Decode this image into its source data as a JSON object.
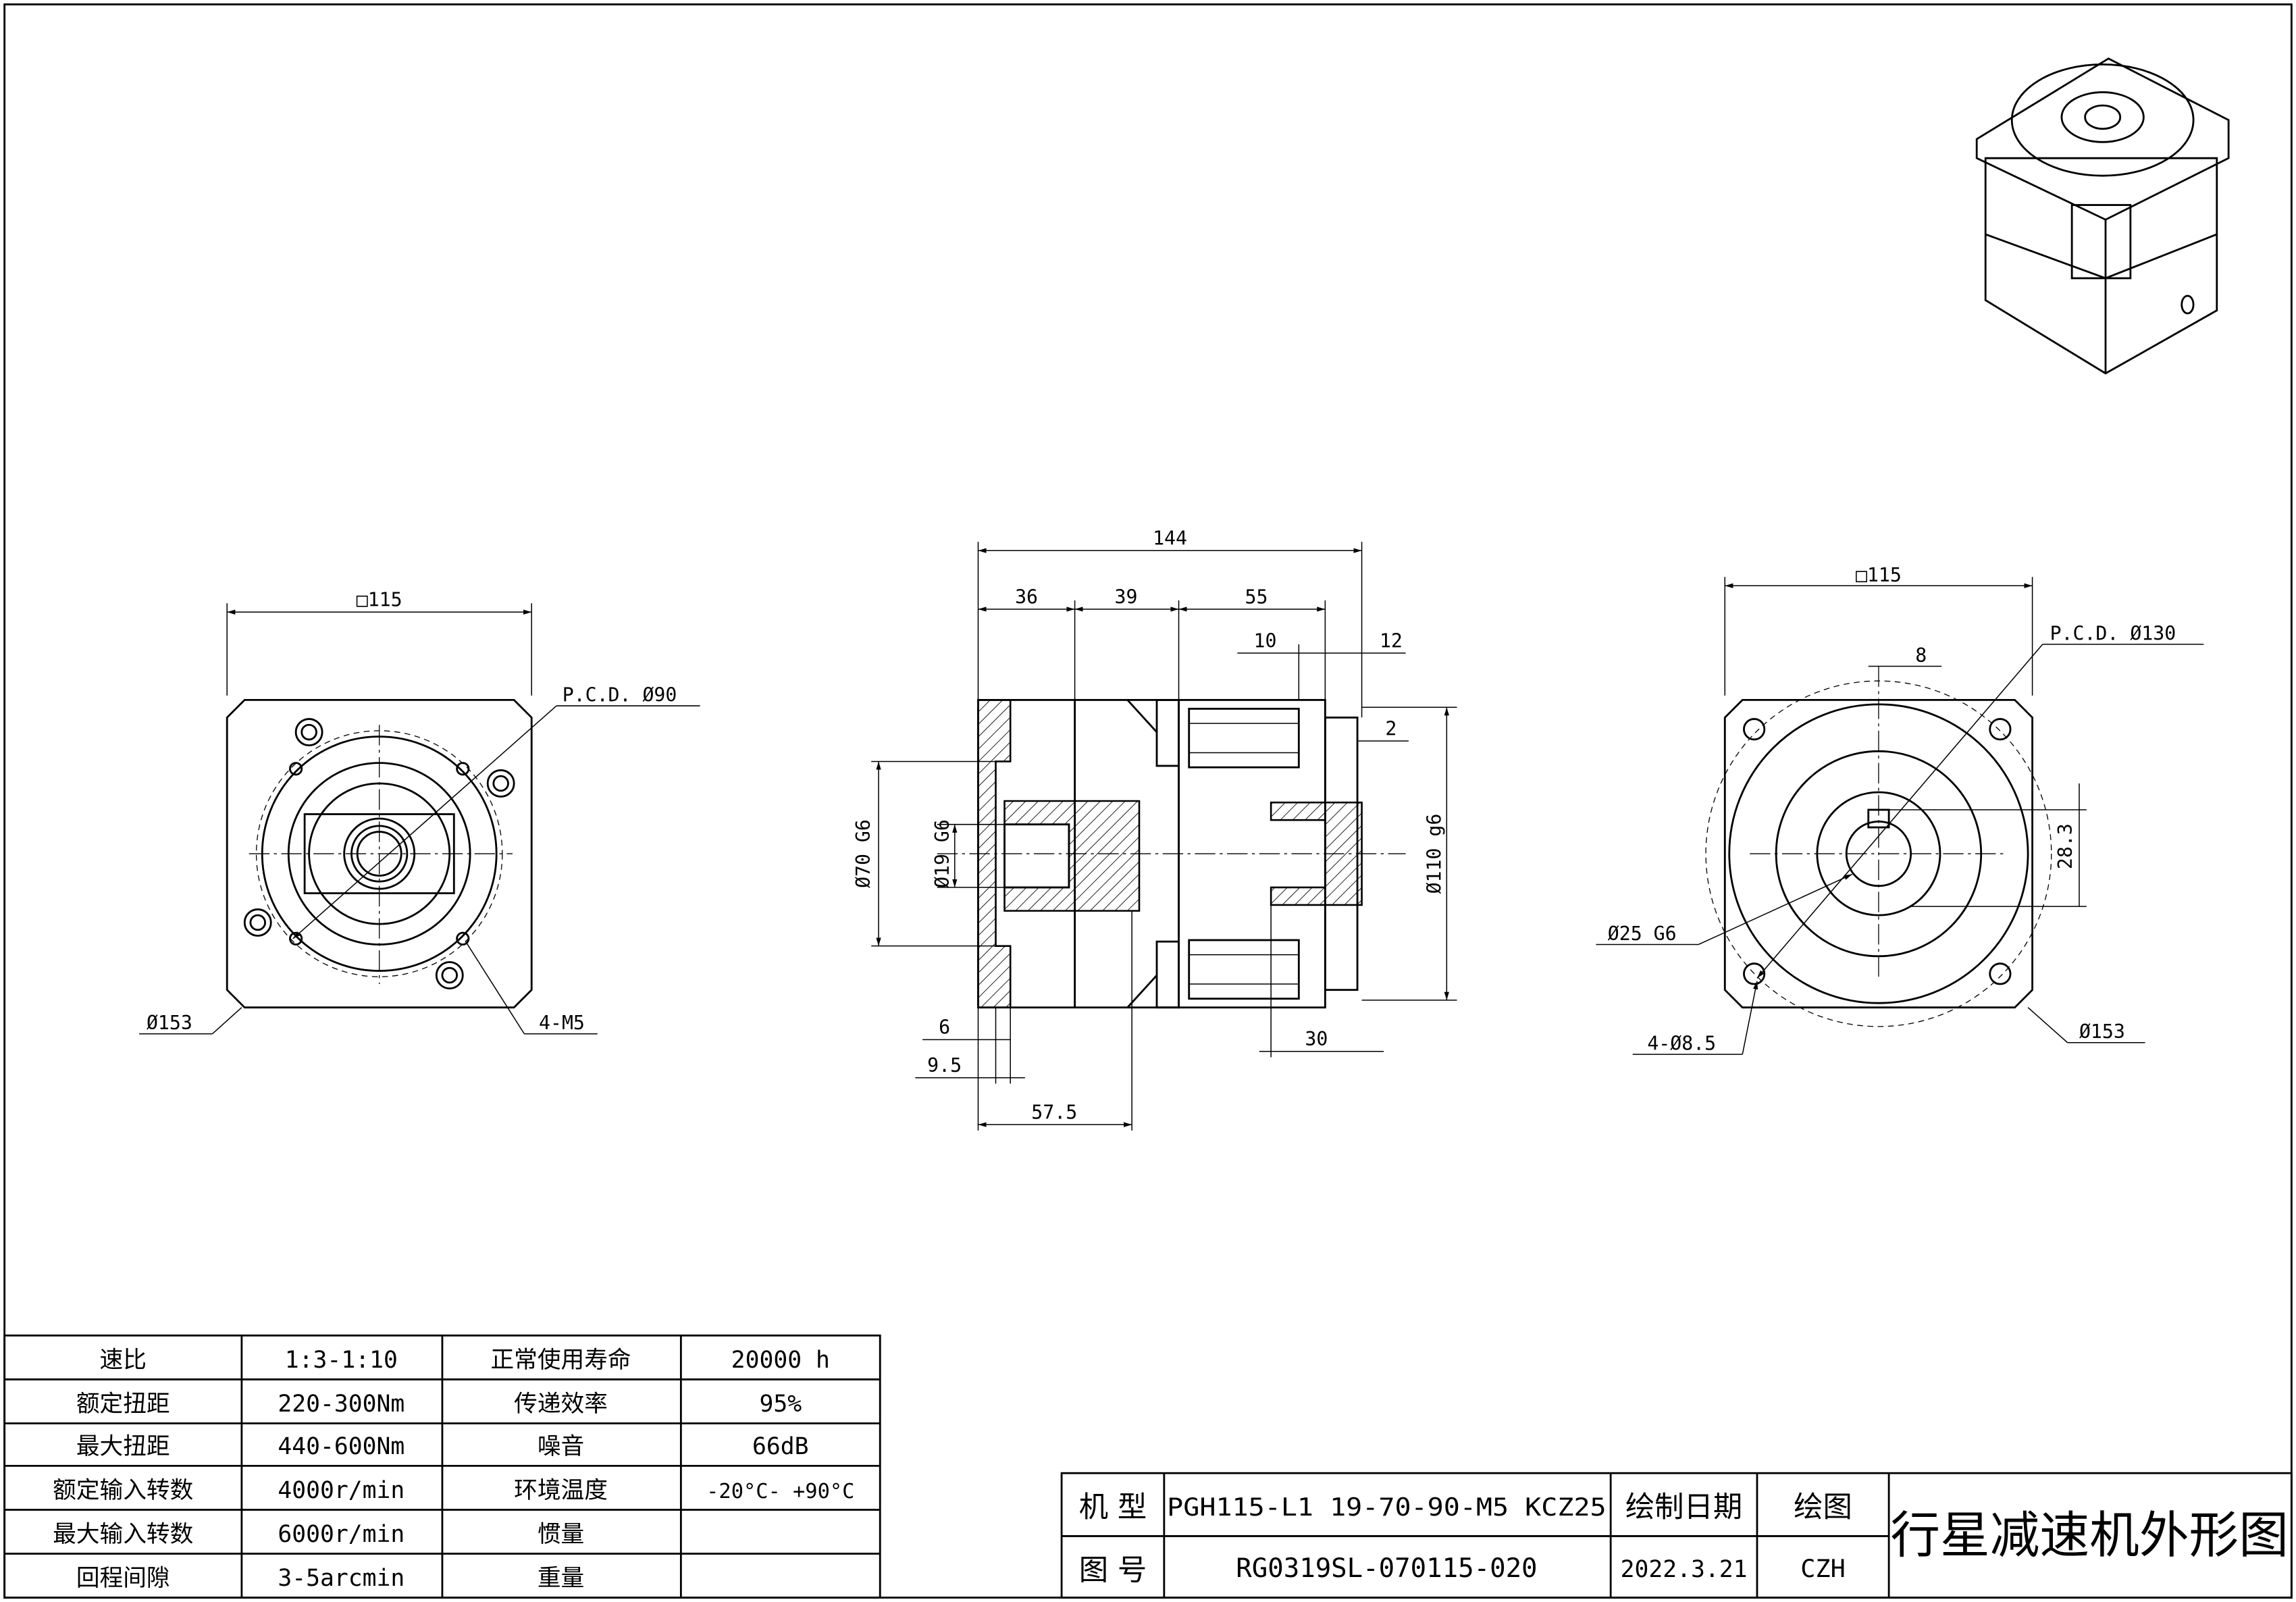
{
  "left_view": {
    "square": "□115",
    "pcd": "P.C.D. Ø90",
    "outer_dia": "Ø153",
    "holes": "4-M5"
  },
  "side_view": {
    "overall": "144",
    "d36": "36",
    "d39": "39",
    "d55": "55",
    "d10": "10",
    "d12": "12",
    "d2": "2",
    "d70": "Ø70 G6",
    "d19": "Ø19 G6",
    "d110": "Ø110 g6",
    "d6": "6",
    "d9_5": "9.5",
    "d57_5": "57.5",
    "d30": "30"
  },
  "right_view": {
    "square": "□115",
    "pcd": "P.C.D. Ø130",
    "key": "8",
    "key_height": "28.3",
    "shaft": "Ø25 G6",
    "holes": "4-Ø8.5",
    "outer_dia": "Ø153"
  },
  "spec_table": {
    "rows": [
      [
        "速比",
        "1:3-1:10",
        "正常使用寿命",
        "20000 h"
      ],
      [
        "额定扭距",
        "220-300Nm",
        "传递效率",
        "95%"
      ],
      [
        "最大扭距",
        "440-600Nm",
        "噪音",
        "66dB"
      ],
      [
        "额定输入转数",
        "4000r/min",
        "环境温度",
        "-20°C- +90°C"
      ],
      [
        "最大输入转数",
        "6000r/min",
        "惯量",
        ""
      ],
      [
        "回程间隙",
        "3-5arcmin",
        "重量",
        ""
      ]
    ]
  },
  "title_block": {
    "model_label": "机 型",
    "model_value": "PGH115-L1 19-70-90-M5 KCZ25",
    "drawing_no_label": "图 号",
    "drawing_no_value": "RG0319SL-070115-020",
    "date_label": "绘制日期",
    "date_value": "2022.3.21",
    "drawn_by_label": "绘图",
    "drawn_by_value": "CZH",
    "title": "行星减速机外形图"
  }
}
